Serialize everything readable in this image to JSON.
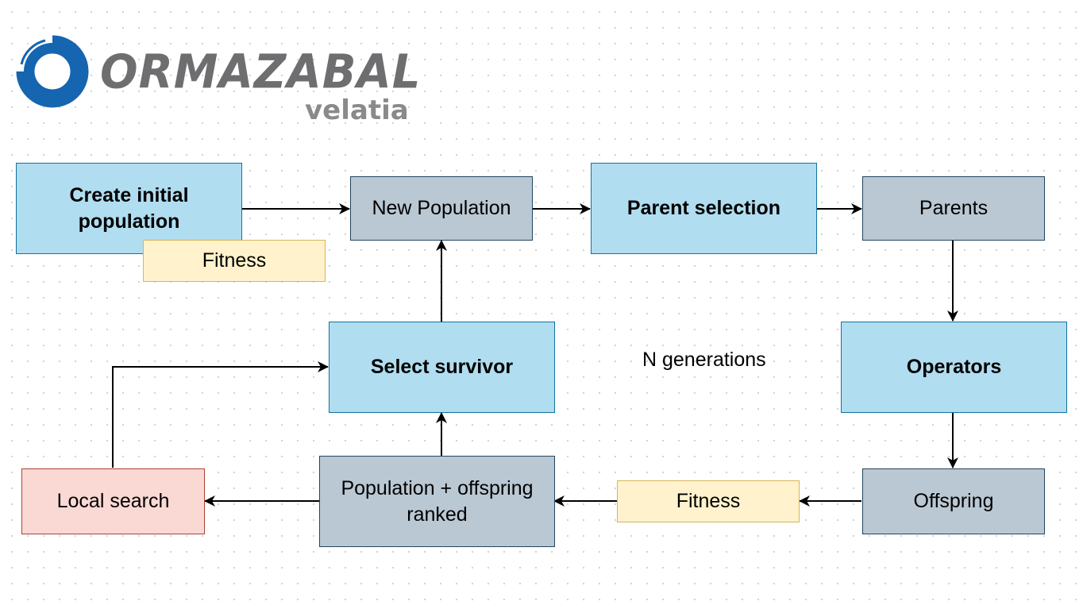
{
  "logo": {
    "brand": "ORMAZABAL",
    "sub": "velatia",
    "colors": {
      "mark": "#1565b0",
      "text": "#6e6e70",
      "sub": "#8a8a8c"
    }
  },
  "nodes": {
    "create_initial": "Create initial population",
    "fitness_initial": "Fitness",
    "new_population": "New Population",
    "parent_selection": "Parent selection",
    "parents": "Parents",
    "select_survivor": "Select survivor",
    "operators": "Operators",
    "local_search": "Local search",
    "population_offspring": "Population + offspring ranked",
    "fitness_offspring": "Fitness",
    "offspring": "Offspring"
  },
  "annotation": "N generations",
  "colors": {
    "process_fill": "#b1ddf0",
    "process_stroke": "#10739e",
    "data_fill": "#bac8d3",
    "data_stroke": "#23445d",
    "fitness_fill": "#fff2cc",
    "fitness_stroke": "#d6b656",
    "search_fill": "#fad9d5",
    "search_stroke": "#ae4132",
    "edge": "#000000"
  }
}
